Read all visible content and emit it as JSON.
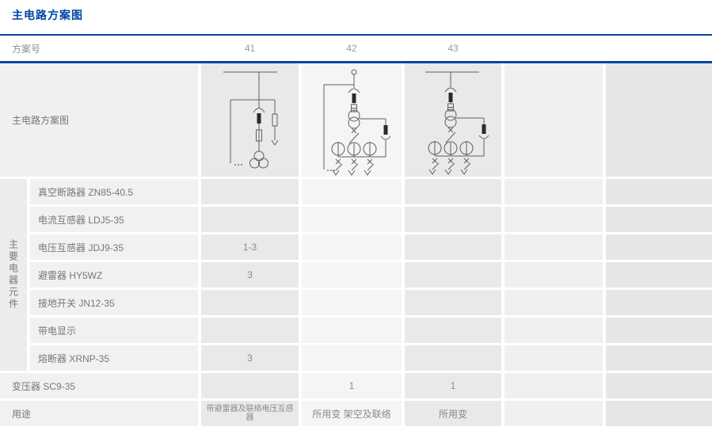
{
  "page": {
    "title": "主电路方案图"
  },
  "colors": {
    "accent_blue": "#0046a8",
    "cell_dark": "#e9e9e9",
    "cell_light": "#f5f5f5",
    "cell_label": "#f0f0f0",
    "text_gray": "#777777"
  },
  "table": {
    "header": {
      "scheme_label": "方案号",
      "numbers": [
        "41",
        "42",
        "43",
        "",
        ""
      ]
    },
    "diagram_row": {
      "label": "主电路方案图"
    },
    "components_group_label": "主要电器元件",
    "component_rows": [
      {
        "name": "真空断路器 ZN85-40.5",
        "values": [
          "",
          "",
          "",
          "",
          ""
        ]
      },
      {
        "name": "电流互感器 LDJ5-35",
        "values": [
          "",
          "",
          "",
          "",
          ""
        ]
      },
      {
        "name": "电压互感器 JDJ9-35",
        "values": [
          "1-3",
          "",
          "",
          "",
          ""
        ]
      },
      {
        "name": "避雷器 HY5WZ",
        "values": [
          "3",
          "",
          "",
          "",
          ""
        ]
      },
      {
        "name": "接地开关 JN12-35",
        "values": [
          "",
          "",
          "",
          "",
          ""
        ]
      },
      {
        "name": "带电显示",
        "values": [
          "",
          "",
          "",
          "",
          ""
        ]
      },
      {
        "name": "熔断器 XRNP-35",
        "values": [
          "3",
          "",
          "",
          "",
          ""
        ]
      }
    ],
    "transformer_row": {
      "name": "变压器 SC9-35",
      "values": [
        "",
        "1",
        "1",
        "",
        ""
      ]
    },
    "usage_row": {
      "name": "用途",
      "values": [
        "带避雷器及联络电压互感器",
        "所用变 架空及联络",
        "所用变",
        "",
        ""
      ]
    }
  }
}
